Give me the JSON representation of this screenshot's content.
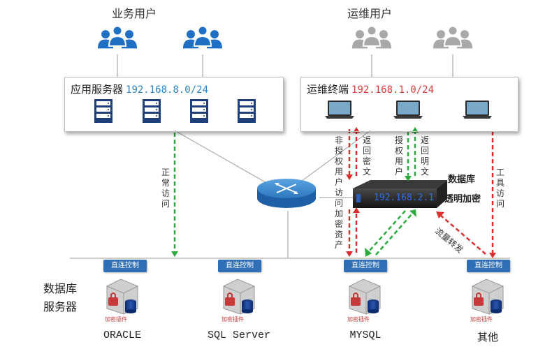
{
  "colors": {
    "business_user": "#1f6fc5",
    "ops_user": "#a8a8a8",
    "ip_business": "#2a86c8",
    "ip_ops": "#e03b3b",
    "green_arrow": "#2eaa3e",
    "red_arrow": "#d9302f",
    "control_box": "#2f6fb5"
  },
  "users": {
    "business_title": "业务用户",
    "ops_title": "运维用户"
  },
  "app_server": {
    "label": "应用服务器",
    "ip": "192.168.8.0/24"
  },
  "ops_terminal": {
    "label": "运维终端",
    "ip": "192.168.1.0/24"
  },
  "router": {
    "icon": "router-icon"
  },
  "encryption_device": {
    "title_line1": "数据库",
    "title_line2": "透明加密",
    "display_ip": "192.168.2.1"
  },
  "flow_labels": {
    "normal_access": "正常访问",
    "unauthorized_user": "非授权用户访问加密资产",
    "return_cipher": "返回密文",
    "authorized_user": "授权用户",
    "return_plain": "返回明文",
    "tool_access": "工具访问",
    "traffic_forward": "流量转发"
  },
  "db_section_label_1": "数据库",
  "db_section_label_2": "服务器",
  "direct_control_label": "直连控制",
  "plugin_label": "加密插件",
  "databases": [
    {
      "name": "ORACLE"
    },
    {
      "name": "SQL Server"
    },
    {
      "name": "MYSQL"
    },
    {
      "name": "其他"
    }
  ]
}
